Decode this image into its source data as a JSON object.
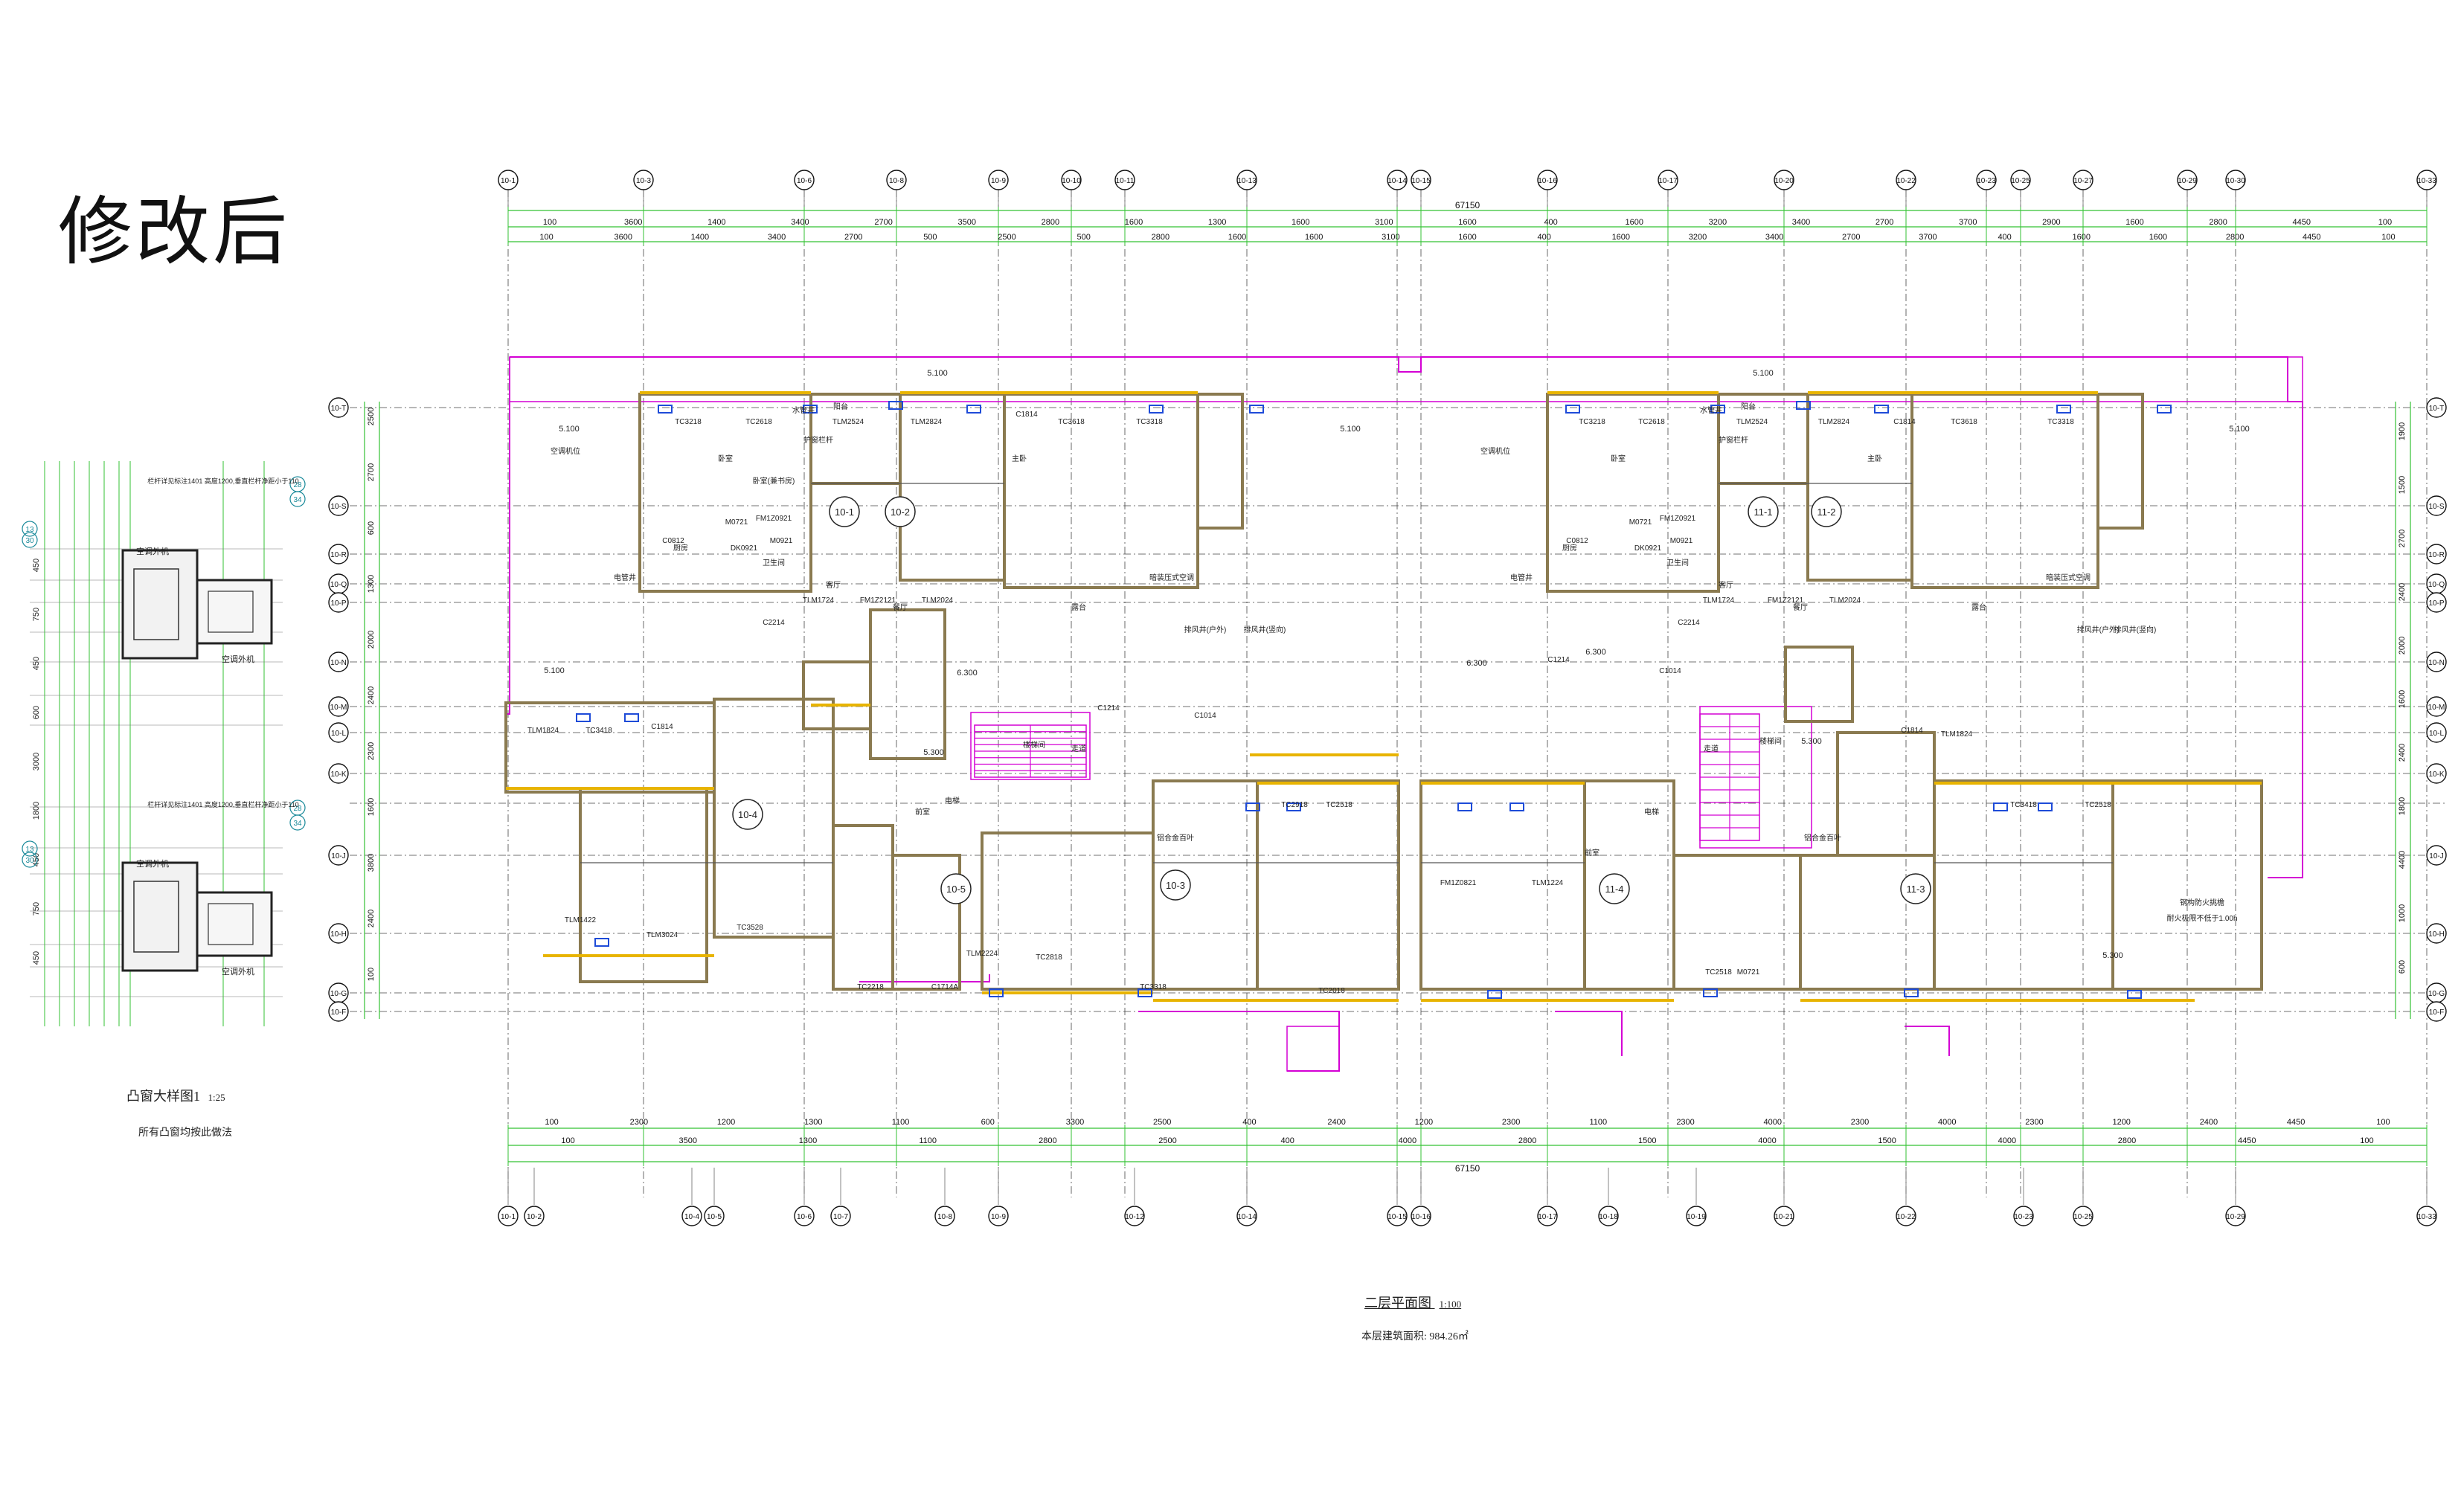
{
  "heading": "修改后",
  "detail": {
    "title": "凸窗大样图1",
    "scale": "1:25",
    "note": "所有凸窗均按此做法",
    "ac_label": "空调外机",
    "heights": [
      "450",
      "750",
      "450",
      "600",
      "3000",
      "1800",
      "450",
      "750",
      "450"
    ],
    "callouts": [
      "13",
      "30",
      "28",
      "34"
    ],
    "rail_note": "栏杆详见标注1401 高度1200,垂直栏杆净距小于110"
  },
  "plan": {
    "title": "二层平面图",
    "scale": "1:100",
    "area_note": "本层建筑面积: 984.26㎡",
    "total_dim": "67150",
    "axis_top": [
      "10-1",
      "10-3",
      "10-6",
      "10-8",
      "10-9",
      "10-10",
      "10-11",
      "10-13",
      "10-14",
      "10-15",
      "10-16",
      "10-17",
      "10-20",
      "10-22",
      "10-23",
      "10-25",
      "10-27",
      "10-29",
      "10-30",
      "10-33"
    ],
    "axis_bottom": [
      "10-1",
      "10-2",
      "10-4",
      "10-5",
      "10-6",
      "10-7",
      "10-8",
      "10-9",
      "10-12",
      "10-14",
      "10-15",
      "10-16",
      "10-17",
      "10-18",
      "10-19",
      "10-21",
      "10-22",
      "10-23",
      "10-25",
      "10-29",
      "10-33"
    ],
    "axis_right": [
      "10-T",
      "10-S",
      "10-R",
      "10-Q",
      "10-P",
      "10-N",
      "10-M",
      "10-L",
      "10-K",
      "10-J",
      "10-H",
      "10-G",
      "10-F"
    ],
    "dims_top_row1": [
      "100",
      "3600",
      "1400",
      "3400",
      "2700",
      "3500",
      "2800",
      "1600",
      "1300",
      "1600",
      "3100",
      "1600",
      "400",
      "1600",
      "3200",
      "3400",
      "2700",
      "3700",
      "2900",
      "1600",
      "2800",
      "4450",
      "100"
    ],
    "dims_top_row2": [
      "100",
      "3600",
      "1400",
      "3400",
      "2700",
      "500",
      "2500",
      "500",
      "2800",
      "1600",
      "1600",
      "3100",
      "1600",
      "400",
      "1600",
      "3200",
      "3400",
      "2700",
      "3700",
      "400",
      "1600",
      "1600",
      "2800",
      "4450",
      "100"
    ],
    "dims_bottom_row1": [
      "100",
      "2300",
      "1200",
      "1300",
      "1100",
      "600",
      "3300",
      "2500",
      "400",
      "2400",
      "1200",
      "2300",
      "1100",
      "2300",
      "4000",
      "2300",
      "4000",
      "2300",
      "1200",
      "2400",
      "4450",
      "100"
    ],
    "dims_bottom_row2": [
      "100",
      "3500",
      "1300",
      "1100",
      "2800",
      "2500",
      "400",
      "4000",
      "2800",
      "1500",
      "4000",
      "1500",
      "4000",
      "2800",
      "4450",
      "100"
    ],
    "dims_left": [
      "2500",
      "2700",
      "600",
      "1300",
      "2000",
      "2400",
      "2300",
      "1600",
      "3800",
      "2400",
      "100"
    ],
    "dims_right": [
      "1900",
      "1500",
      "2700",
      "2400",
      "2000",
      "1600",
      "2400",
      "1800",
      "4400",
      "1000",
      "600"
    ],
    "units": [
      {
        "id": "10-1"
      },
      {
        "id": "10-2"
      },
      {
        "id": "10-4"
      },
      {
        "id": "10-5"
      },
      {
        "id": "10-3"
      },
      {
        "id": "11-1"
      },
      {
        "id": "11-2"
      },
      {
        "id": "11-4"
      },
      {
        "id": "11-3"
      }
    ],
    "room_labels": [
      "TC3218",
      "TC2618",
      "TLM2524",
      "TLM2824",
      "C1814",
      "TC3618",
      "TC3318",
      "FM1Z0921",
      "M0921",
      "M0721",
      "C0812",
      "DK0921",
      "TLM1724",
      "FM1Z2121",
      "TLM2024",
      "C2214",
      "C1214",
      "C1014",
      "C1814",
      "TLM1824",
      "TC3418",
      "TC2518",
      "TC2918",
      "TC3528",
      "TLM3024",
      "TLM1422",
      "TC2218",
      "C1714A",
      "TLM2224",
      "TC2818",
      "TC3318",
      "TC2018",
      "TC2518",
      "M0721",
      "FM1Z0821",
      "TLM1224"
    ],
    "level_notes": [
      "5.100",
      "5.300",
      "6.300"
    ],
    "room_words": [
      "卧室",
      "主卧",
      "客厅",
      "餐厅",
      "厨房",
      "卫生间",
      "阳台",
      "露台",
      "电梯",
      "前室",
      "走道",
      "楼梯间",
      "空调机位",
      "护窗栏杆",
      "水管井",
      "电管井",
      "暗装压式空调",
      "排风井(户外)",
      "排风井(竖向)",
      "铝合金百叶",
      "卧室(兼书房)",
      "钢构防火挑檐",
      "耐火极限不低于1.00h"
    ]
  }
}
